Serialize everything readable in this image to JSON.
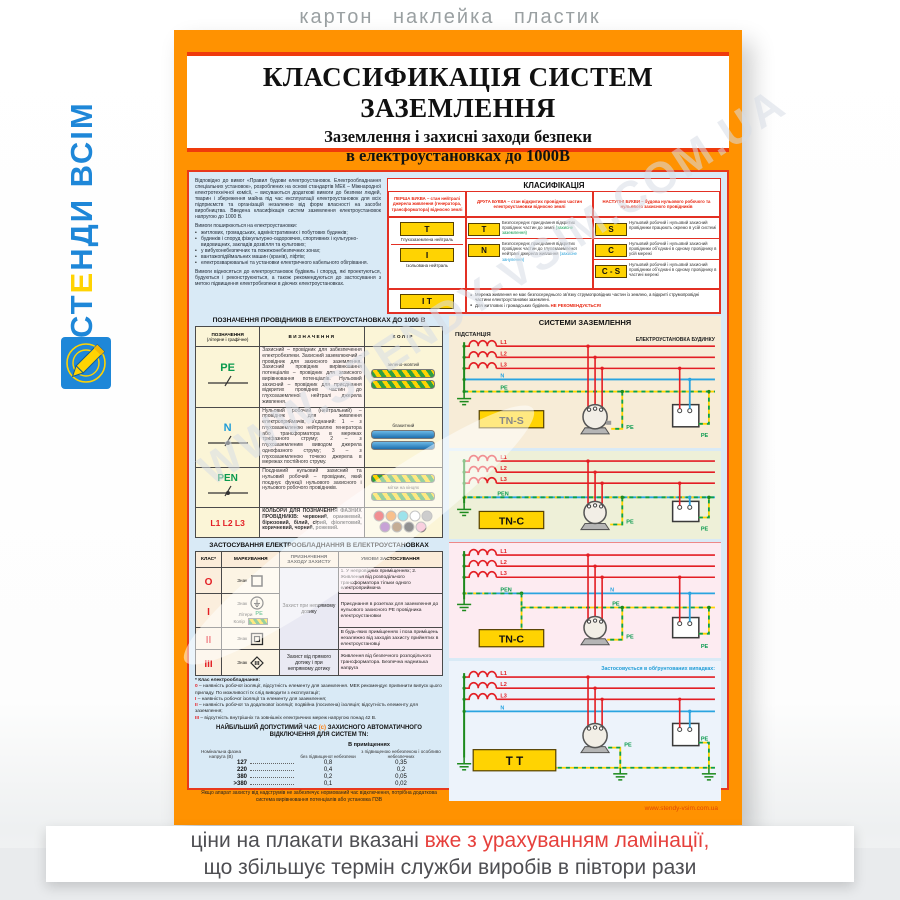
{
  "colors": {
    "orange": "#ff9201",
    "red_accent": "#ee3a12",
    "yellow_box": "#ffd302",
    "phase_red": "#e31e24",
    "neutral_blue": "#2aa4e0",
    "pe_green": "#0a9a4e",
    "brand_blue": "#1e87d8"
  },
  "page": {
    "top_caption": "картон  наклейка  пластик",
    "brand": {
      "part1": "СТ",
      "letter_e": "Е",
      "part2": "НДИ ВСІМ"
    },
    "watermark": "WWW.STENDY-VSIM.COM.UA",
    "bottom_caption": {
      "prefix": "ціни на плакати вказані ",
      "highlight": "вже з урахуванням ламінації,",
      "line2": "що збільшує термін служби виробів в півтори рази"
    }
  },
  "poster": {
    "title": "КЛАССИФИКАЦІЯ СИСТЕМ ЗАЗЕМЛЕННЯ",
    "subtitle1": "Заземлення і захисні заходи безпеки",
    "subtitle2": "в електроустановках до 1000В",
    "footer_site": "www.stendy-vsim.com.ua",
    "intro": {
      "p1": "Відповідно до вимог «Правил будови електроустановок. Електрообладнання спеціальних установок», розроблених на основі стандартів МЕК – Міжнародної електротехнічної комісії, – висуваються додаткові вимоги до безпеки людей, тварин і збереження майна під час експлуатації електроустановок для всіх підприємств та організацій незалежно від форм власності на засоби виробництва. Введена класифікація систем заземлення електроустановок напругою до 1000 В.",
      "lead": "Вимоги поширюються на електроустановки:",
      "bullets": [
        "житлових, громадських, адміністративних і побутових будинків;",
        "будинків і споруд фізкультурно-оздоровчих, спортивних і культурно-видовищних, закладів дозвілля та культових;",
        "у вибухонебезпечних та пожежонебезпечних зонах;",
        "вантажопідіймальних машин (кранів), ліфтів;",
        "електрозварювальні та установки електричного кабельного обігрівання."
      ],
      "p2": "Вимоги відносяться до електроустановок будівель і споруд, які проектуються, будуються і реконструюються, а також рекомендуються до застосування з метою підвищення електробезпеки в діючих електроустановках."
    },
    "classification": {
      "title": "КЛАСИФІКАЦІЯ",
      "first": {
        "header": "ПЕРША БУКВА – стан нейтралі джерела живлення (генератора, трансформатора) відносно землі",
        "t_letter": "Т",
        "t_caption": "Глухозаземлена нейтраль",
        "i_letter": "І",
        "i_caption": "Ізольована нейтраль",
        "it_letter": "І Т"
      },
      "second": {
        "header": "ДРУГА БУКВА – стан відкритих провідних частин електроустановки відносно землі",
        "t_letter": "T",
        "t_desc": "Безпосереднє приєднання відкритих провідних частин до землі ",
        "t_note": "(захисне заземлення)",
        "n_letter": "N",
        "n_desc": "Безпосереднє приєднання відкритих провідних частин до глухозаземленої нейтралі джерела живлення ",
        "n_note": "(захисне занулення)"
      },
      "third": {
        "header": "НАСТУПНІ БУКВИ – будова нульового робочого та нульового захисного провідників",
        "s_letter": "S",
        "s_desc": "Нульовий робочий і нульовий захисний провідники працюють окремо в усій системі",
        "c_letter": "C",
        "c_desc": "Нульовий робочий і нульовий захисний провідники обʼєднані в одному провіднику в усій мережі",
        "cs_letter": "C - S",
        "cs_desc": "Нульовий робочий і нульовий захисний провідники обʼєднані в одному провіднику в частині мережі"
      },
      "note1": "Мережа живлення не має безпосереднього звʼязку струмопровідних частин із землею, а відкриті струмопровідні частини електроустановки заземлені.",
      "note2": "Для житлових і громадських будівель ",
      "note2_hl": "НЕ РЕКОМЕНДУЄТЬСЯ!"
    },
    "conductors": {
      "title": "ПОЗНАЧЕННЯ ПРОВІДНИКІВ В ЕЛЕКТРОУСТАНОВКАХ ДО 1000 В",
      "header_sym_a": "ПОЗНАЧЕННЯ",
      "header_sym_b": "(літерне і графічне)",
      "header_def": "ВИЗНАЧЕННЯ",
      "header_col": "КОЛІР",
      "rows": [
        {
          "symbol": "PE",
          "definition": "Захисний – провідник для забезпечення електробезпеки. Захисний заземлюючий – провідник для захисного заземлення. Захисний провідник вирівнювання потенціалів – провідник для захисного вирівнювання потенціалів. Нульовий захисний – провідник для приєднання відкритих провідних частин до глухозаземленої нейтралі джерела живлення.",
          "color_name": "зелено-жовтий"
        },
        {
          "symbol": "N",
          "definition": "Нульовий робочий (нейтральний) – провідник для живлення електроприймачів, зʼєднаний: 1 – з глухозаземленою нейтраллю генератора або трансформатора в мережах трифазного струму; 2 – з глухозаземленим виводом джерела однофазного струму; 3 – з глухозаземленою точкою джерела в мережах постійного струму.",
          "color_name": "блакитний"
        },
        {
          "symbol": "PEN",
          "definition": "Поєднаний нульовий захисний та нульовий робочий – провідник, який поєднує функції нульового захисного і нульового робочого провідників.",
          "color_name": "мітки на кінцях"
        },
        {
          "symbol": "L1 L2 L3",
          "definition": "КОЛЬОРИ ДЛЯ ПОЗНАЧЕННЯ ФАЗНИХ ПРОВІДНИКІВ: червоний, оранжевий, бірюзовий, білий, сірий, фіолетовий, коричневий, чорний, рожевий."
        }
      ]
    },
    "equipment": {
      "title": "ЗАСТОСУВАННЯ ЕЛЕКТРООБЛАДНАННЯ В ЕЛЕКТРОУСТАНОВКАХ",
      "h_class": "КЛАС*",
      "h_mark": "МАРКУВАННЯ",
      "h_purpose": "ПРИЗНАЧЕННЯ ЗАХОДУ ЗАХИСТУ",
      "h_cond": "УМОВИ ЗАСТОСУВАННЯ",
      "mark_label": "Знак",
      "letters_label": "Літери",
      "color_label": "Колір",
      "pe": "PE",
      "purpose_012": "Захист при непрямому дотику",
      "purpose_3": "Захист від прямого дотику і при непрямому дотику",
      "rows": [
        {
          "cls": "O",
          "cond": "1. У непровідних приміщеннях; 2. Живлення від розподільчого трансформатора тільки одного електроприймача"
        },
        {
          "cls": "I",
          "cond": "Приєднання в розетках для заземлення до нульового захисного PE провідника електроустановки"
        },
        {
          "cls": "II",
          "cond": "В будь-яких приміщеннях і поза приміщень незалежно від заходів захисту прийнятих в електроустановці"
        },
        {
          "cls": "III",
          "cond": "Живлення від безпечного розподільчого трансформатора. Безпечна наднизька напруга"
        }
      ],
      "fn_title": "* Клас електрообладнання:",
      "fns": [
        {
          "k": "0",
          "t": "– наявність робочої ізоляції, відсутність елементу для заземлення. МЕК рекомендує припинити випуск цього приладу. По можливості їх слід виводити з експлуатації;"
        },
        {
          "k": "I",
          "t": "– наявність робочої ізоляції та елементу для заземлення;"
        },
        {
          "k": "II",
          "t": "– наявність робочої та додаткової ізоляції; подвійна (посилена) ізоляція; відсутність елементу для заземлення;"
        },
        {
          "k": "III",
          "t": "– відсутність внутрішніх та зовнішніх електричних мереж напругою понад 42 В."
        }
      ]
    },
    "times": {
      "title_a": "НАЙБІЛЬШИЙ ДОПУСТИМИЙ ЧАС ",
      "title_s": "(с)",
      "title_b": " ЗАХИСНОГО АВТОМАТИЧНОГО ВІДКЛЮЧЕННЯ ДЛЯ СИСТЕМ TN:",
      "group": "В приміщеннях",
      "col_v": "Номінальна фазна напруга (В)",
      "col_1": "без підвищеної небезпеки",
      "col_2": "з підвищеною небезпекою і особливо небезпечних",
      "rows": [
        {
          "v": "127",
          "t1": "0,8",
          "t2": "0,35"
        },
        {
          "v": "220",
          "t1": "0,4",
          "t2": "0,2"
        },
        {
          "v": "380",
          "t1": "0,2",
          "t2": "0,05"
        },
        {
          "v": ">380",
          "t1": "0,1",
          "t2": "0,02"
        }
      ],
      "note": "Якщо апарат захисту від надструмів не забезпечує нормований час відключення, потрібна додаткова система вирівнювання потенціалів або установка ПЗВ"
    },
    "systems": {
      "title": "СИСТЕМИ ЗАЗЕМЛЕННЯ",
      "substation": "ПІДСТАНЦІЯ",
      "building": "ЕЛЕКТРОУСТАНОВКА БУДИНКУ",
      "l1": "L1",
      "l2": "L2",
      "l3": "L3",
      "n": "N",
      "pe": "PE",
      "pen": "PEN",
      "name1": "TN-S",
      "name2": "TN-C",
      "name3": "TN-C",
      "name4": "Т Т",
      "tt_note": "Застосовується в обґрунтованих випадках:"
    }
  }
}
